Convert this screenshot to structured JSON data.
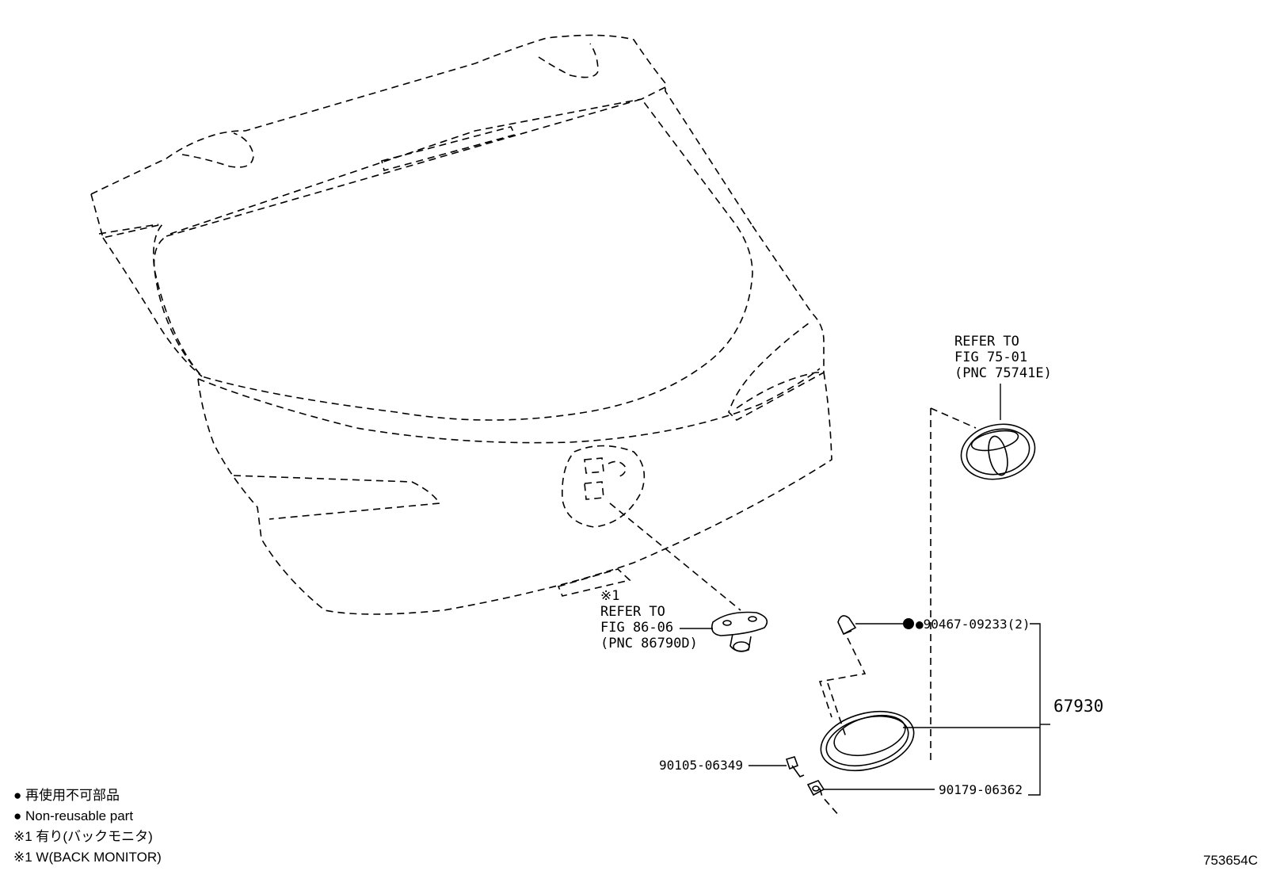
{
  "callouts": {
    "emblem_ref": {
      "line1": "REFER TO",
      "line2": "FIG 75-01",
      "line3": "(PNC 75741E)"
    },
    "camera_ref": {
      "mark": "※1",
      "line1": "REFER TO",
      "line2": "FIG 86-06",
      "line3": "(PNC 86790D)"
    }
  },
  "parts": {
    "clip": "●90467-09233(2)",
    "assembly": "67930",
    "screw": "90105-06349",
    "nut": "90179-06362"
  },
  "legend": {
    "item1": "● 再使用不可部品",
    "item2": "● Non-reusable part",
    "item3": "※1 有り(バックモニタ)",
    "item4": "※1 W(BACK MONITOR)"
  },
  "figure_id": "753654C"
}
